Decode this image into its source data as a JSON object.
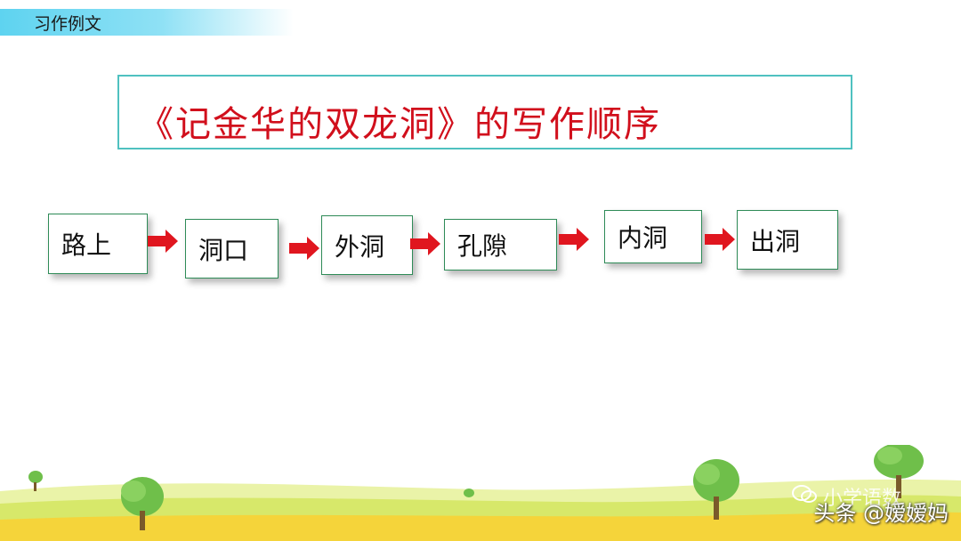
{
  "header": {
    "label": "习作例文"
  },
  "title": "《记金华的双龙洞》的写作顺序",
  "steps": [
    {
      "label": "路上"
    },
    {
      "label": "洞口"
    },
    {
      "label": "外洞"
    },
    {
      "label": "孔隙"
    },
    {
      "label": "内洞"
    },
    {
      "label": "出洞"
    }
  ],
  "watermark": {
    "channel": "小学语数",
    "byline": "头条 @嫒嫒妈"
  },
  "colors": {
    "title": "#d10f1c",
    "arrow": "#e0161f",
    "header_bar": "#5ed3f0",
    "title_border": "#4fc1c0",
    "step_border": "#2e8b57"
  },
  "icons": {
    "arrow": "right-arrow-icon",
    "watermark": "wechat-icon"
  }
}
